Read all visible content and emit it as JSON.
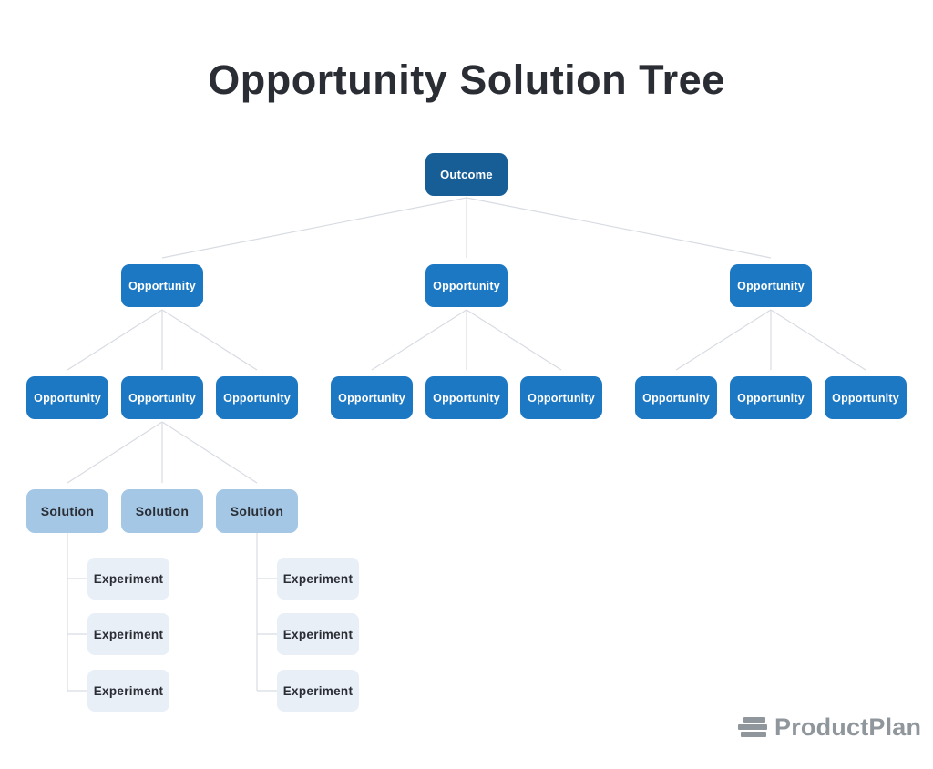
{
  "title": "Opportunity Solution Tree",
  "colors": {
    "background": "#ffffff",
    "outcome_fill": "#175e97",
    "opportunity_fill": "#1c78c3",
    "solution_fill": "#a4c7e6",
    "experiment_fill": "#e9eff7",
    "connector": "#d8dce2",
    "title_text": "#2a2d33",
    "node_text_light": "#ffffff",
    "node_text_dark": "#2a2d33",
    "logo_gray": "#8f969c"
  },
  "tree": {
    "outcome": "Outcome",
    "level2": [
      "Opportunity",
      "Opportunity",
      "Opportunity"
    ],
    "level3": [
      "Opportunity",
      "Opportunity",
      "Opportunity",
      "Opportunity",
      "Opportunity",
      "Opportunity",
      "Opportunity",
      "Opportunity",
      "Opportunity"
    ],
    "solutions": [
      "Solution",
      "Solution",
      "Solution"
    ],
    "experiments_col1": [
      "Experiment",
      "Experiment",
      "Experiment"
    ],
    "experiments_col2": [
      "Experiment",
      "Experiment",
      "Experiment"
    ]
  },
  "logo": {
    "text": "ProductPlan"
  }
}
